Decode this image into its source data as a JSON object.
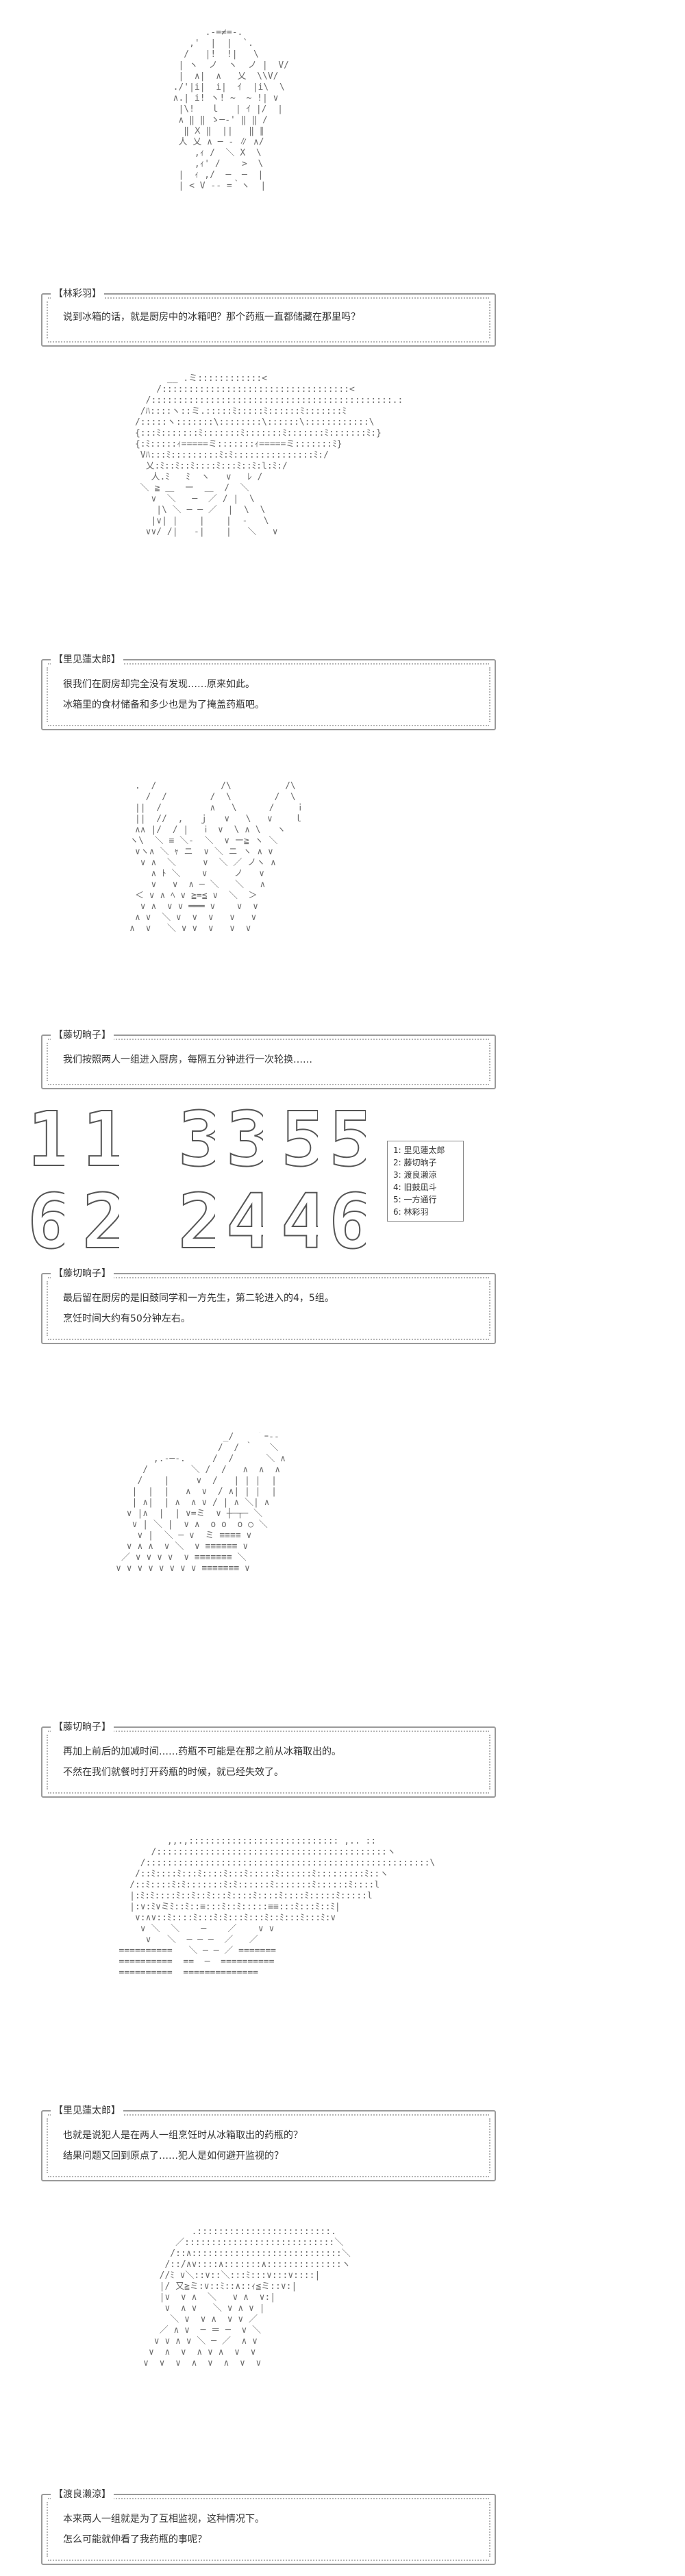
{
  "panels": [
    {
      "speaker": "【林彩羽】",
      "lines": [
        "说到冰箱的话，就是厨房中的冰箱吧？那个药瓶一直都储藏在那里吗？"
      ]
    },
    {
      "speaker": "【里见蓮太郎】",
      "lines": [
        "很我们在厨房却完全没有发现……原来如此。",
        "冰箱里的食材储备和多少也是为了掩盖药瓶吧。"
      ]
    },
    {
      "speaker": "【藤切晌子】",
      "lines": [
        "我们按照两人一组进入厨房，每隔五分钟进行一次轮换……"
      ]
    },
    {
      "speaker": "【藤切晌子】",
      "lines": [
        "最后留在厨房的是旧鼓同学和一方先生，第二轮进入的4，5组。",
        "烹饪时间大约有50分钟左右。"
      ]
    },
    {
      "speaker": "【藤切晌子】",
      "lines": [
        "再加上前后的加减时间……药瓶不可能是在那之前从冰箱取出的。",
        "不然在我们就餐时打开药瓶的时候，就已经失效了。"
      ]
    },
    {
      "speaker": "【里见蓮太郎】",
      "lines": [
        "也就是说犯人是在两人一组烹饪时从冰箱取出的药瓶的？",
        "结果问题又回到原点了……犯人是如何避开监视的？"
      ]
    },
    {
      "speaker": "【渡良濑涼】",
      "lines": [
        "本来两人一组就是为了互相监视，这种情况下。",
        "怎么可能就伸看了我药瓶的事呢？"
      ]
    }
  ],
  "digits": {
    "row1": [
      "1",
      "1",
      "3",
      "3",
      "5",
      "5"
    ],
    "row2": [
      "6",
      "2",
      "2",
      "4",
      "4",
      "6"
    ]
  },
  "legend": [
    "1: 里见蓮太郎",
    "2: 藤切晌子",
    "3: 渡良濑涼",
    "4: 旧鼓凪斗",
    "5: 一方通行",
    "6: 林彩羽"
  ],
  "art": {
    "a1": "              .-=≠=-.\n           ,'  |  |  `.\n          /   |!  !|   \\\n         | ヽ  ノ  ヽ  ノ |  V/\n         |  ∧|  ∧   乂  \\\\V/\n        ./'|i|  i|  ｲ  |i\\  \\\n        ∧.| i! ヽ! ~  ~ !| ∨\n         |\\!   ｌ   | ｲ |/  |\n         ∧ ‖ ‖ ゝ─-' ‖ ‖ /\n          ‖ Ⅹ ‖  ||   ‖ ∥\n         人 乂 ∧ ─ ‐ ∥ ∧/\n            ,ｨ /  ＼ X  \\\n            ,ｨ' /    >  \\\n         |  ｨ ,/  ─  ─  |\n         | < V ‐‐ =｀ヽ  |",
    "a2": "            __ .ミ::::::::::::<\n          /:::::::::::::::::::::::::::::::::::<\n        /:::::::::::::::::::::::::::::::::::::::::::::.:\n       /ﾊ::::ヽ::ミ.:::::ﾐ:::::ﾐ::::::ﾐ:::::::ﾐ\n      /:::::ヽ:::::::\\::::::::\\::::::\\::::::::::::\\\n      {:::ﾐ:::::::ﾐ:::::::ﾐ:::::::ﾐ:::::::ﾐ:::::::ﾐ:}\n      {:ﾐ:::::ｨ=====ミ:::::::ｨ=====ミ:::::::ﾐ}\n       Vﾊ:::ﾐ:::::::::ﾐ:ﾐ:::::::::::::::ﾐ:/\n        乂:ﾐ::ﾐ::ﾐ::::ﾐ:::ﾐ::ﾐ:l:ﾐ:/\n         人.ﾐ   ﾐ  ヽ   ∨   ﾚ /\n       ＼ ≧ ＿  ー  ＿  /  ＼\n         ∨  ＼   ─  ／ / |  \\\n          |\\ ＼ ─ ─ ／  |  \\  \\\n         |∨| |    |    |  ‐   \\\n        ∨∨/ /|   ‐|    |   ＼   ∨",
    "a3": "      .  /            /\\          /\\\n        /  /        /  \\        /  \\\n      ||  /         ∧   \\      /    ｉ\n      ||  //  ,   ｊ   ∨   \\   ∨    ｌ\n      ∧∧ |/  / |   ⅰ  ∨  \\ ∧ \\   ヽ\n     ヽ\\  ＼ ≡ ＼-  ＼  ∨ ー≧ ヽ ＼\n      ∨ヽ∧ ＼ ｬ ニ  ∨ ＼ ニ ヽ ∧ ∨\n       ∨ ∧  ＼     ∨  ＼ ／ ノヽ ∧\n         ∧ ﾄ ＼    ∨     ノ   ∨\n         ∨   ∨  ∧ ─ ＼   ＼   ∧\n      ＜ ∨ ∧ ﾍ ∨ ≧=≦ ∨  ＼  ＞\n       ∨ ∧  ∨ ∨ ═══ ∨    ∨  ∨\n      ∧ ∨  ＼ ∨  ∨  ∨   ∨   ∨\n     ∧  ∨   ＼ ∨ ∨  ∨   ∨  ∨",
    "a4": "                         _/    ｀ｰ-‐\n                        /  / ｀   ＼\n            ,.-─-.     /  /      ＼ ∧\n          /        ＼ /  /   ∧  ∧  ∧\n         /    |     ∨  /   | | |  |\n        |  |  |   ∧  ∨  / ∧| | |  |\n        | ∧|  | ∧  ∧ ∨ / | ∧ ＼| ∧\n       ∨ |∧  |  | ∨=ミ  ∨ ┼─┬─ ＼\n        ∨ | ＼ |  ∨ ∧  o o  o ○ ＼\n         ∨ |  ＼ ─ ∨  ミ ≡≡≡≡ ∨\n       ∨ ∧ ∧  ∨ ＼  ∨ ≡≡≡≡≡≡ ∨\n      ／ ∨ ∨ ∨ ∨  ∨ ≡≡≡≡≡≡≡ ＼\n     ∨ ∨ ∨ ∨ ∨ ∨ ∨ ∨ ≡≡≡≡≡≡≡ ∨",
    "a5": "            ,,.,:::::::::::::::::::::::::::: ,.. ::\n         /:::::::::::::::::::::::::::::::::::::::::::ヽ\n       /:::::::::::::::::::::::::::::::::::::::::::::::::::::\\\n      /::ﾐ::::ﾐ:::ﾐ::::ﾐ:::ﾐ:::::ﾐ::::::ﾐ:::::::::ﾐ::ヽ\n     /::ﾐ::::ﾐ:ﾐ:::::::ﾐ:ﾐ::::::ﾐ:::::::ﾐ::::::ﾐ::::l\n     |:ﾐ:ﾐ::::ﾐ::ﾐ::ﾐ:::ﾐ::::ﾐ::::ﾐ::::ﾐ:::::ﾐ:::::l\n     |:∨:ﾐ∨ミﾐ::ﾐ::≡:::ﾐ::ﾐ:::::≡≡:::ﾐ:::ﾐ::ﾐ|\n      ∨:∧∨::ﾐ::::ﾐ:::ﾐ:ﾐ:::ﾐ:::ﾐ::ﾐ:::ﾐ:::ﾐ:∨\n       ∨ ＼  ＼    ─    ／    ∨ ∨\n        ∨   ＼  ─ ─ ─  ／   ／\n   ==========   ＼ ─ ─ ／ =======\n   ==========  ==  ─  ==========\n   ==========  ==============",
    "a6": "              .:::::::::::::::::::::::::.\n           ／::::::::::::::::::::::::::::＼\n          /::∧::::::::::::::::::::::::::::＼\n         /::/∧∨::::∧:::::::∧::::::::::::::ヽ\n        //ﾐ ∨＼::∨::＼:::ﾐ:::∨:::∨::::|\n        |/ 又≧ミ:∨::ﾐ::∧::ｨ≦ミ::∨:|\n        |∨  ∨ ∧  ＼   ∨ ∧  ∨:|\n         ∨  ∧ ∨   ＼ ∨ ∧ ∨ |\n          ＼ ∨  ∨ ∧  ∨ ∨ ／\n        ／ ∧ ∨  ─ ＝ ─  ∨ ＼\n       ∨ ∨ ∧ ∨ ＼ ─ ／  ∧ ∨\n      ∨  ∧  ∨  ∧ ∨ ∧  ∨  ∨\n     ∨  ∨  ∨  ∧  ∨  ∧  ∨  ∨"
  }
}
